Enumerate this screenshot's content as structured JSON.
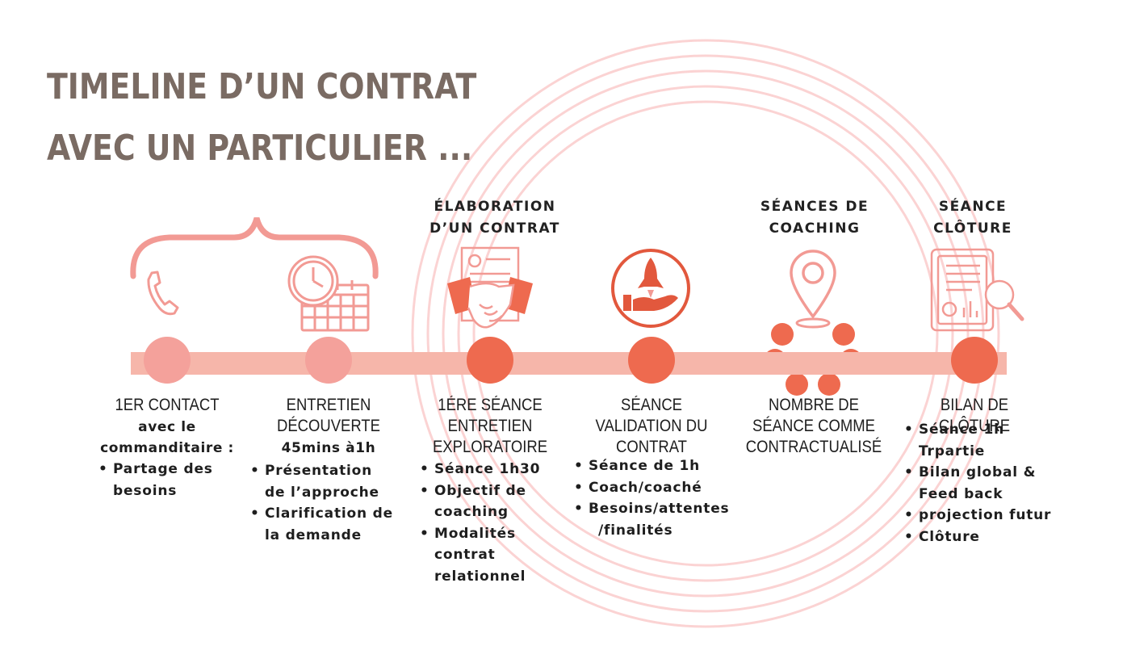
{
  "title": {
    "line1": "TIMELINE D’UN CONTRAT",
    "line2": "AVEC UN PARTICULIER ..."
  },
  "colors": {
    "title": "#7a6b63",
    "axis": "#f6b6aa",
    "dot_light": "#f4a19b",
    "dot_dark": "#ee6a4f",
    "icon_light": "#f29a94",
    "icon_dark": "#e2583d",
    "rings": "#fbd3d3"
  },
  "phases": [
    {
      "line1": "ÉLABORATION",
      "line2": "D’UN CONTRAT"
    },
    {
      "line1": "SÉANCES DE",
      "line2": "COACHING"
    },
    {
      "line1": "SÉANCE",
      "line2": "CLÔTURE"
    }
  ],
  "steps": [
    {
      "icon": "phone-icon",
      "heading": [
        "1ER CONTACT"
      ],
      "sub": [
        "avec le",
        "commanditaire :"
      ],
      "bullets": [
        "Partage des",
        "besoins"
      ]
    },
    {
      "icon": "clock-calendar-icon",
      "heading": [
        "ENTRETIEN",
        "DÉCOUVERTE"
      ],
      "sub": [
        "45mins à1h"
      ],
      "bullets": [
        "Présentation",
        "de l’approche",
        "Clarification de",
        "la demande"
      ]
    },
    {
      "icon": "contract-handshake-icon",
      "heading": [
        "1ÉRE SÉANCE",
        "ENTRETIEN",
        "EXPLORATOIRE"
      ],
      "bullets": [
        "Séance 1h30",
        "Objectif de",
        "coaching",
        "Modalités",
        "contrat",
        "relationnel"
      ]
    },
    {
      "icon": "rocket-hand-icon",
      "heading": [
        "SÉANCE",
        "VALIDATION DU",
        "CONTRAT"
      ],
      "bullets": [
        "Séance de 1h",
        "Coach/coaché",
        "Besoins/attentes",
        "/finalités"
      ]
    },
    {
      "icon": "location-pin-icon",
      "heading": [
        "NOMBRE DE",
        "SÉANCE COMME",
        "CONTRACTUALISÉ"
      ],
      "bullets": []
    },
    {
      "icon": "report-magnifier-icon",
      "heading": [
        "BILAN DE CLÔTURE"
      ],
      "bullets": [
        "Séance 1h",
        "Trpartie",
        "Bilan global &",
        "Feed back",
        "projection futur",
        "Clôture"
      ]
    }
  ]
}
